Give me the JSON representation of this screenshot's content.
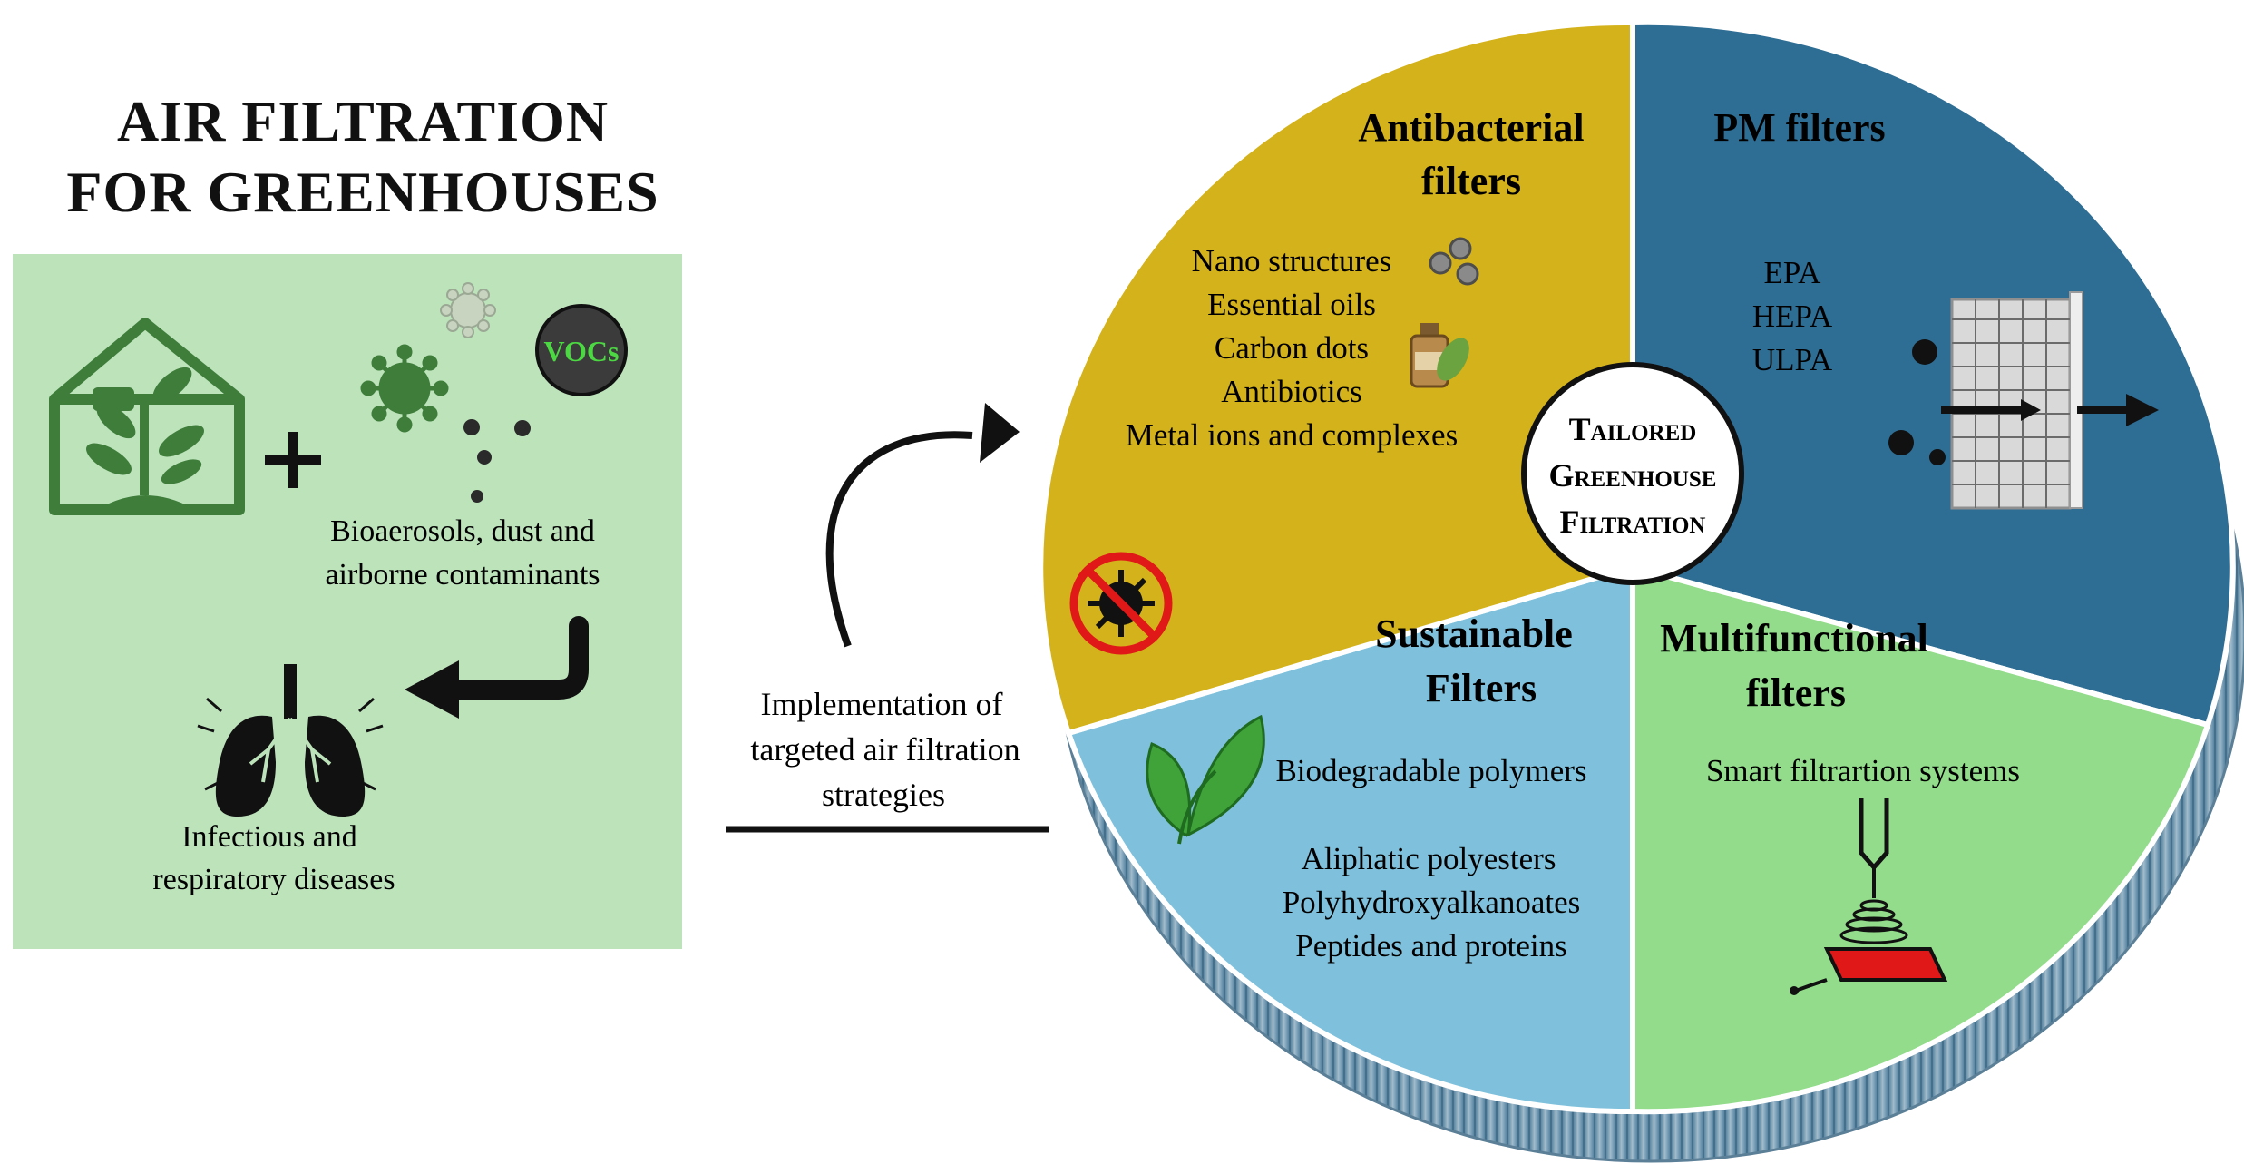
{
  "title_line1": "AIR FILTRATION",
  "title_line2": "FOR GREENHOUSES",
  "left_panel": {
    "vocs_label": "VOCs",
    "contaminants_line1": "Bioaerosols, dust and",
    "contaminants_line2": "airborne contaminants",
    "diseases_line1": "Infectious and",
    "diseases_line2": "respiratory diseases"
  },
  "implementation": {
    "line1": "Implementation of",
    "line2": "targeted air filtration",
    "line3": "strategies"
  },
  "center": {
    "line1": "Tailored",
    "line2": "Greenhouse",
    "line3": "Filtration"
  },
  "sectors": {
    "antibacterial": {
      "title1": "Antibacterial",
      "title2": "filters",
      "items": [
        "Nano structures",
        "Essential oils",
        "Carbon dots",
        "Antibiotics",
        "Metal ions and complexes"
      ]
    },
    "pm": {
      "title": "PM filters",
      "items": [
        "EPA",
        "HEPA",
        "ULPA"
      ]
    },
    "sustainable": {
      "title1": "Sustainable",
      "title2": "Filters",
      "item1": "Biodegradable polymers",
      "items": [
        "Aliphatic polyesters",
        "Polyhydroxyalkanoates",
        "Peptides and proteins"
      ]
    },
    "multifunctional": {
      "title1": "Multifunctional",
      "title2": "filters",
      "item1": "Smart filtrartion systems"
    }
  },
  "colors": {
    "panel_green": "#bde3bb",
    "antibacterial": "#d4b21b",
    "pm": "#2f6e94",
    "sustainable": "#7fc1dc",
    "multifunctional": "#93dc8b",
    "icon_green": "#3e7d3a",
    "vocs_text": "#4cd843",
    "heater_red": "#e01818"
  }
}
